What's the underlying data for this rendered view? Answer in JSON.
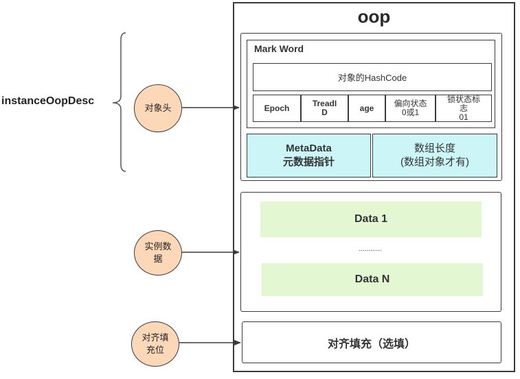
{
  "diagram": {
    "title": "oop",
    "left_label": "instanceOopDesc",
    "circles": {
      "header": "对象头",
      "instance_data": "实例数据",
      "padding": "对齐填充位"
    },
    "mark_word": {
      "label": "Mark Word",
      "hashcode": "对象的HashCode",
      "cells": [
        {
          "line1": "Epoch",
          "line2": ""
        },
        {
          "line1": "TreadI",
          "line2": "D"
        },
        {
          "line1": "age",
          "line2": ""
        },
        {
          "line1": "偏向状态",
          "line2": "0或1"
        },
        {
          "line1": "锁状态标",
          "line2": "志",
          "line3": "01"
        }
      ]
    },
    "metadata": {
      "line1": "MetaData",
      "line2": "元数据指针"
    },
    "array_length": {
      "line1": "数组长度",
      "line2": "(数组对象才有)"
    },
    "instance": {
      "data1": "Data 1",
      "ellipsis": "............",
      "datan": "Data N"
    },
    "padding_box": "对齐填充（选填）"
  },
  "colors": {
    "circle_fill": "#fdd8b8",
    "cyan_fill": "#ccf5f8",
    "green_fill": "#e2f7d2",
    "stroke": "#3a3a3a"
  }
}
